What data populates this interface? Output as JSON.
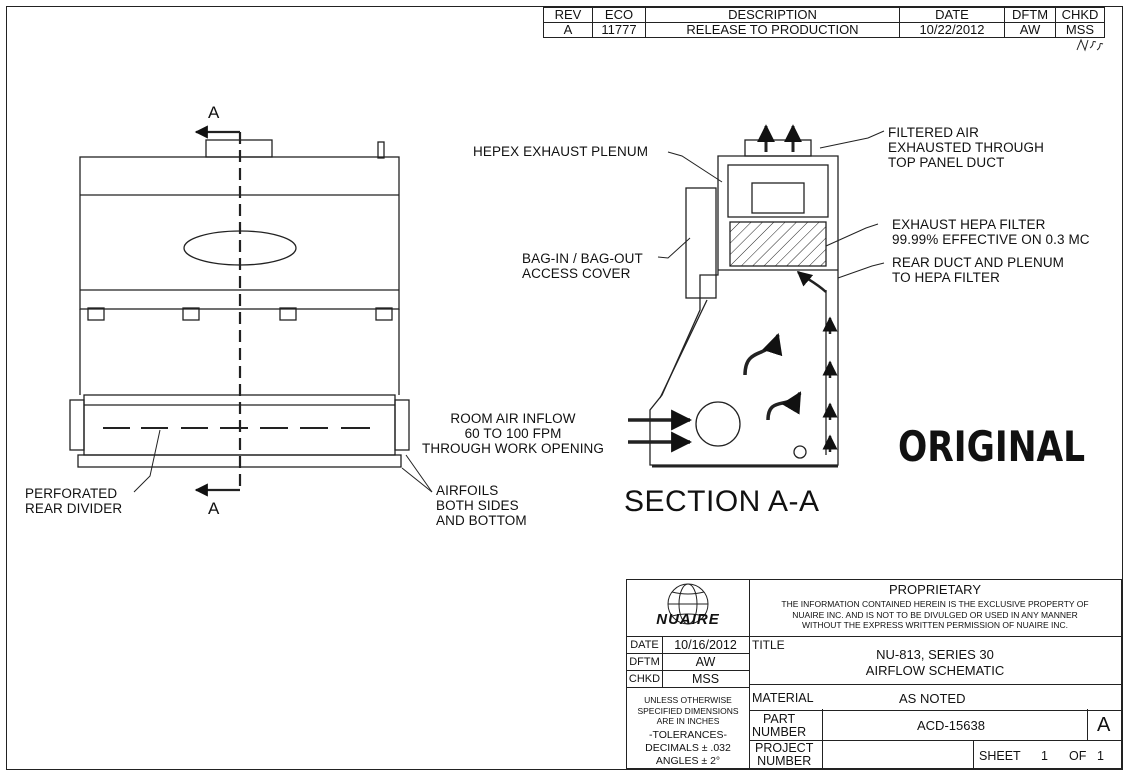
{
  "revision_block": {
    "headers": [
      "REV",
      "ECO",
      "DESCRIPTION",
      "DATE",
      "DFTM",
      "CHKD"
    ],
    "row": [
      "A",
      "11777",
      "RELEASE TO PRODUCTION",
      "10/22/2012",
      "AW",
      "MSS"
    ]
  },
  "front_view": {
    "section_mark": "A",
    "perforated_rear_divider": "PERFORATED\nREAR DIVIDER",
    "airfoils": "AIRFOILS\nBOTH SIDES\nAND BOTTOM"
  },
  "section_view": {
    "title": "SECTION A-A",
    "hepex_exhaust_plenum": "HEPEX EXHAUST PLENUM",
    "bag_in_bag_out": "BAG-IN / BAG-OUT\nACCESS COVER",
    "filtered_air": "FILTERED AIR\nEXHAUSTED THROUGH\nTOP PANEL DUCT",
    "exhaust_hepa_filter": "EXHAUST HEPA FILTER\n99.99% EFFECTIVE ON 0.3 MC",
    "rear_duct_plenum": "REAR DUCT AND PLENUM\nTO HEPA FILTER",
    "room_air_inflow": "ROOM AIR INFLOW\n60 TO 100 FPM\nTHROUGH WORK OPENING"
  },
  "stamp": "ORIGINAL",
  "title_block": {
    "logo": "NUAIRE",
    "proprietary_title": "PROPRIETARY",
    "proprietary_text": "THE INFORMATION CONTAINED HEREIN IS THE EXCLUSIVE PROPERTY OF\nNUAIRE INC. AND IS NOT TO BE DIVULGED OR USED IN ANY MANNER\nWITHOUT THE EXPRESS WRITTEN PERMISSION OF NUAIRE INC.",
    "date_label": "DATE",
    "date_value": "10/16/2012",
    "dftm_label": "DFTM",
    "dftm_value": "AW",
    "chkd_label": "CHKD",
    "chkd_value": "MSS",
    "unless_text": "UNLESS OTHERWISE\nSPECIFIED DIMENSIONS\nARE IN INCHES",
    "tolerances_text": "-TOLERANCES-\nDECIMALS ± .032\nANGLES ± 2°",
    "title_label": "TITLE",
    "title_value": "NU-813,  SERIES 30\nAIRFLOW SCHEMATIC",
    "material_label": "MATERIAL",
    "material_value": "AS NOTED",
    "part_number_label": "PART\nNUMBER",
    "part_number_value": "ACD-15638",
    "part_rev": "A",
    "project_number_label": "PROJECT\nNUMBER",
    "project_number_value": "",
    "sheet_label": "SHEET",
    "sheet_value": "1",
    "of_label": "OF",
    "of_value": "1"
  }
}
